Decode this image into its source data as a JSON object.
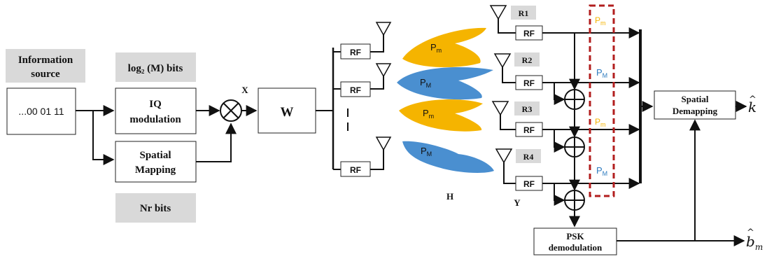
{
  "source": {
    "label_line1": "Information",
    "label_line2": "source",
    "bits": "...00 01 11"
  },
  "iq_block": {
    "header": "log₂ (M) bits",
    "line1": "IQ",
    "line2": "modulation"
  },
  "spatial_block": {
    "line1": "Spatial",
    "line2": "Mapping",
    "footer": "Nr bits"
  },
  "mixer_label": "X",
  "precoder_label": "W",
  "rf_label": "RF",
  "channel_label": "H",
  "received_label": "Y",
  "receivers": [
    "R1",
    "R2",
    "R3",
    "R4"
  ],
  "lobes": [
    {
      "label": "P",
      "sub": "m",
      "color": "#f5b400"
    },
    {
      "label": "P",
      "sub": "M",
      "color": "#4a8fd0"
    },
    {
      "label": "P",
      "sub": "m",
      "color": "#f5b400"
    },
    {
      "label": "P",
      "sub": "M",
      "color": "#4a8fd0"
    }
  ],
  "power_labels": [
    {
      "label": "P",
      "sub": "m",
      "color": "#f5b400"
    },
    {
      "label": "P",
      "sub": "M",
      "color": "#2e7bbf"
    },
    {
      "label": "P",
      "sub": "m",
      "color": "#f5b400"
    },
    {
      "label": "P",
      "sub": "M",
      "color": "#2e7bbf"
    }
  ],
  "psk_block": {
    "line1": "PSK",
    "line2": "demodulation"
  },
  "demap_block": {
    "line1": "Spatial",
    "line2": "Demapping"
  },
  "output_k": {
    "base": "k",
    "hat": "^"
  },
  "output_b": {
    "base": "b",
    "sub": "m",
    "hat": "^"
  },
  "colors": {
    "dashed_box": "#b21e1e",
    "gray_box": "#d9d9d9",
    "yellow": "#f5b400",
    "blue": "#4a8fd0"
  }
}
